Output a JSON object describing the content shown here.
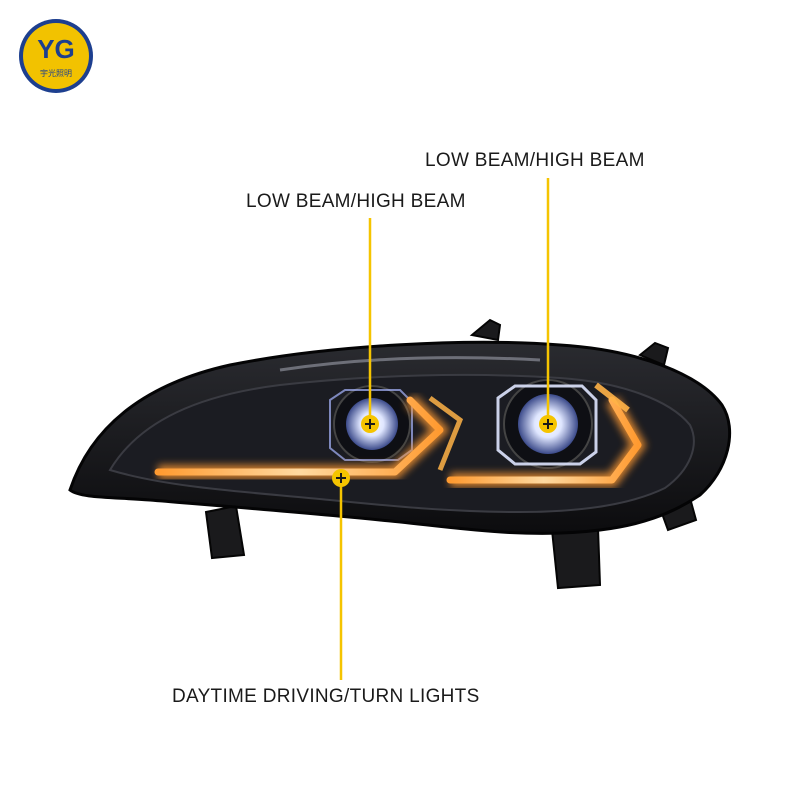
{
  "logo": {
    "letters": "YG",
    "text": "宇光照明",
    "colors": {
      "ring": "#1d3f8f",
      "fill": "#f2c200",
      "text": "#1d3f8f"
    }
  },
  "callouts": {
    "projector_right": {
      "label": "LOW BEAM/HIGH BEAM"
    },
    "projector_left": {
      "label": "LOW BEAM/HIGH BEAM"
    },
    "drl": {
      "label": "DAYTIME DRIVING/TURN LIGHTS"
    }
  },
  "colors": {
    "callout_line": "#f5c400",
    "marker_fill": "#f5c400",
    "marker_plus": "#1a1a1a",
    "housing": "#141416",
    "drl_glow": "#ffb347"
  }
}
